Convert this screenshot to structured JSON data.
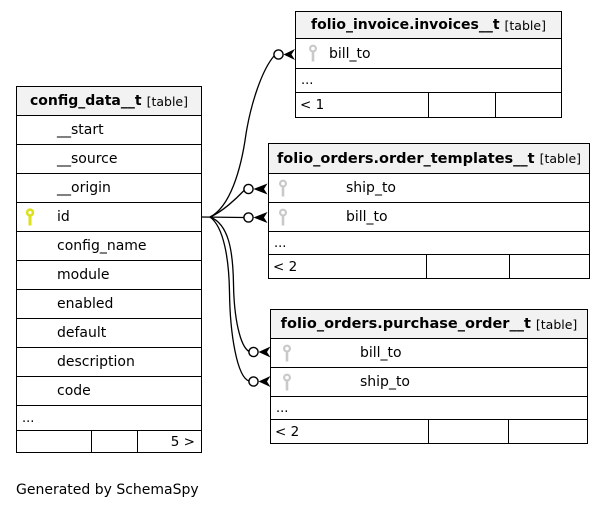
{
  "page": {
    "footer_note": "Generated by SchemaSpy"
  },
  "colors": {
    "primary_key_icon": "#dde01c",
    "foreign_key_icon": "#c9c9c9",
    "header_background": "#f2f2f2",
    "border": "#000000",
    "background": "#ffffff"
  },
  "tables": [
    {
      "name": "config_data__t",
      "tag": "[table]",
      "columns": [
        {
          "name": "__start",
          "key": "none"
        },
        {
          "name": "__source",
          "key": "none"
        },
        {
          "name": "__origin",
          "key": "none"
        },
        {
          "name": "id",
          "key": "primary"
        },
        {
          "name": "config_name",
          "key": "none"
        },
        {
          "name": "module",
          "key": "none"
        },
        {
          "name": "enabled",
          "key": "none"
        },
        {
          "name": "default",
          "key": "none"
        },
        {
          "name": "description",
          "key": "none"
        },
        {
          "name": "code",
          "key": "none"
        }
      ],
      "ellipsis": "...",
      "footer": {
        "c1": "",
        "c2": "",
        "c3": "5 >"
      }
    },
    {
      "name": "folio_invoice.invoices__t",
      "tag": "[table]",
      "columns": [
        {
          "name": "bill_to",
          "key": "foreign"
        }
      ],
      "ellipsis": "...",
      "footer": {
        "c1": "< 1",
        "c2": "",
        "c3": ""
      }
    },
    {
      "name": "folio_orders.order_templates__t",
      "tag": "[table]",
      "columns": [
        {
          "name": "ship_to",
          "key": "foreign"
        },
        {
          "name": "bill_to",
          "key": "foreign"
        }
      ],
      "ellipsis": "...",
      "footer": {
        "c1": "< 2",
        "c2": "",
        "c3": ""
      }
    },
    {
      "name": "folio_orders.purchase_order__t",
      "tag": "[table]",
      "columns": [
        {
          "name": "bill_to",
          "key": "foreign"
        },
        {
          "name": "ship_to",
          "key": "foreign"
        }
      ],
      "ellipsis": "...",
      "footer": {
        "c1": "< 2",
        "c2": "",
        "c3": ""
      }
    }
  ],
  "relationships": [
    {
      "from": "config_data__t.id",
      "to": "folio_invoice.invoices__t.bill_to"
    },
    {
      "from": "config_data__t.id",
      "to": "folio_orders.order_templates__t.ship_to"
    },
    {
      "from": "config_data__t.id",
      "to": "folio_orders.order_templates__t.bill_to"
    },
    {
      "from": "config_data__t.id",
      "to": "folio_orders.purchase_order__t.bill_to"
    },
    {
      "from": "config_data__t.id",
      "to": "folio_orders.purchase_order__t.ship_to"
    }
  ]
}
